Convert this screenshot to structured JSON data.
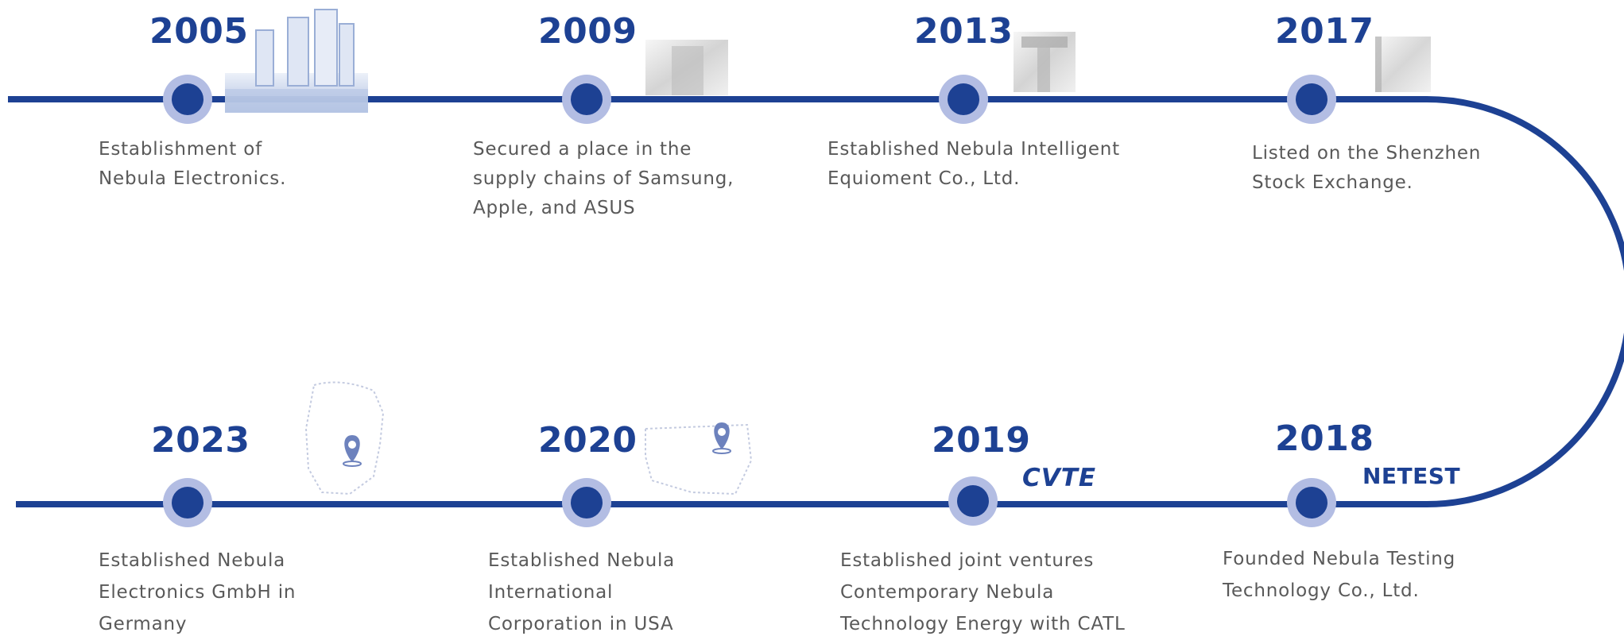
{
  "timeline": {
    "colors": {
      "line": "#1d4193",
      "dot": "#1d4193",
      "halo": "#b3bde3",
      "year_text": "#1d4193",
      "description_text": "#595959"
    },
    "milestones": [
      {
        "year": "2005",
        "lines": [
          "Establishment of",
          "Nebula Electronics."
        ],
        "image": "building-photo"
      },
      {
        "year": "2009",
        "lines": [
          "Secured a place in the",
          "supply chains of Samsung,",
          "Apple, and ASUS"
        ],
        "image": "product-thumbnail"
      },
      {
        "year": "2013",
        "lines": [
          "Established Nebula Intelligent",
          "Equioment Co., Ltd."
        ],
        "image": "equipment-thumbnail"
      },
      {
        "year": "2017",
        "lines": [
          "Listed on the Shenzhen",
          "Stock Exchange."
        ],
        "image": "document-thumbnail"
      },
      {
        "year": "2018",
        "lines": [
          "Founded Nebula Testing",
          "Technology Co., Ltd."
        ],
        "image": "netest-logo",
        "logo_text": "NETEST"
      },
      {
        "year": "2019",
        "lines": [
          "Established joint ventures",
          "Contemporary Nebula",
          "Technology Energy with CATL"
        ],
        "image": "cvte-logo",
        "logo_text": "CVTE"
      },
      {
        "year": "2020",
        "lines": [
          "Established Nebula",
          "International",
          "Corporation in USA"
        ],
        "image": "usa-map-pin"
      },
      {
        "year": "2023",
        "lines": [
          "Established Nebula",
          "Electronics GmbH in",
          "Germany"
        ],
        "image": "germany-map-pin"
      }
    ]
  }
}
